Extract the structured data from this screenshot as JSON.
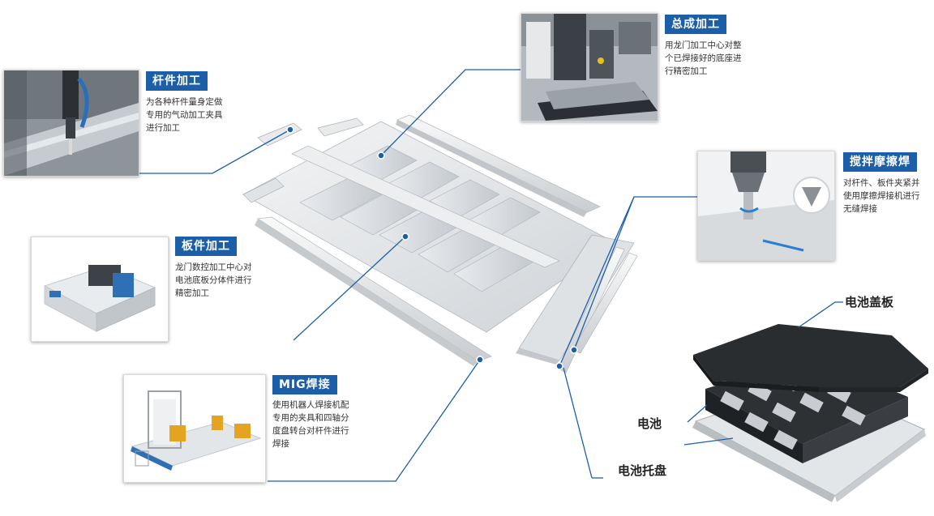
{
  "callouts": {
    "rod": {
      "title": "杆件加工",
      "lines": [
        "为各种杆件量身定做",
        "专用的气动加工夹具",
        "进行加工"
      ]
    },
    "assembly": {
      "title": "总成加工",
      "lines": [
        "用龙门加工中心对整",
        "个已焊接好的底座进",
        "行精密加工"
      ]
    },
    "friction": {
      "title": "搅拌摩擦焊",
      "lines": [
        "对杆件、板件夹紧并",
        "使用摩擦焊接机进行",
        "无缝焊接"
      ]
    },
    "plate": {
      "title": "板件加工",
      "lines": [
        "龙门数控加工中心对",
        "电池底板分体件进行",
        "精密加工"
      ]
    },
    "mig": {
      "title": "MIG焊接",
      "lines": [
        "使用机器人焊接机配",
        "专用的夹具和四轴分",
        "度盘转台对杆件进行",
        "焊接"
      ]
    }
  },
  "battery_labels": {
    "cover": "电池盖板",
    "battery": "电池",
    "tray": "电池托盘"
  },
  "colors": {
    "accent": "#1c5fa8",
    "line": "#1c5fa8",
    "dot": "#1c5fa8"
  }
}
